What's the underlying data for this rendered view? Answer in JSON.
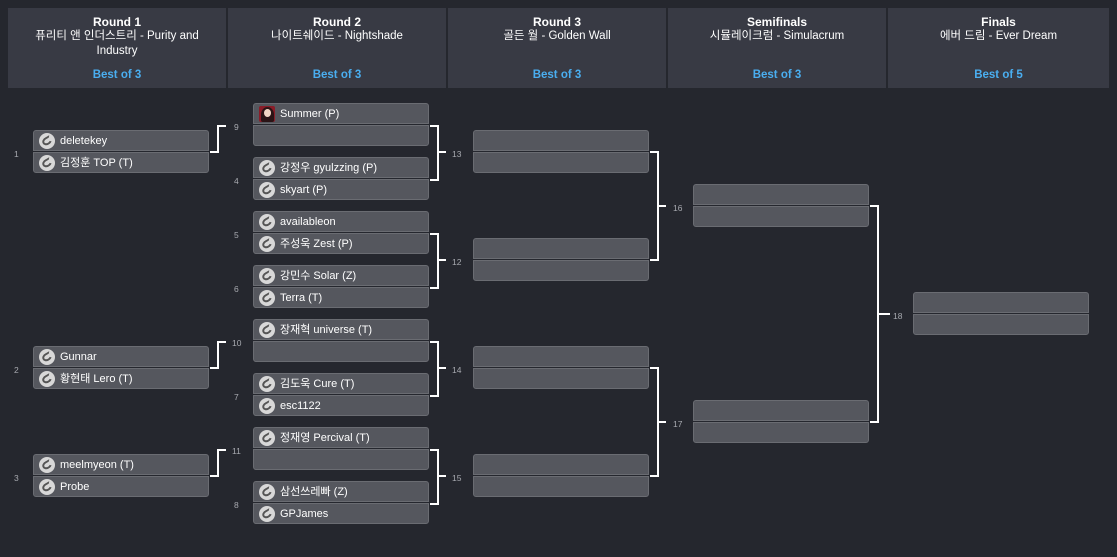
{
  "rounds": [
    {
      "name": "Round 1",
      "title": "퓨리티 앤 인더스트리 - Purity and Industry",
      "best_of": "Best of 3"
    },
    {
      "name": "Round 2",
      "title": "나이트쉐이드 - Nightshade",
      "best_of": "Best of 3"
    },
    {
      "name": "Round 3",
      "title": "골든 월 - Golden Wall",
      "best_of": "Best of 3"
    },
    {
      "name": "Semifinals",
      "title": "시뮬레이크럼 - Simulacrum",
      "best_of": "Best of 3"
    },
    {
      "name": "Finals",
      "title": "에버 드림 - Ever Dream",
      "best_of": "Best of 5"
    }
  ],
  "matches": {
    "r1": [
      {
        "num": "1",
        "p1": "deletekey",
        "p2": "김정훈 TOP (T)"
      },
      {
        "num": "2",
        "p1": "Gunnar",
        "p2": "황현태 Lero (T)"
      },
      {
        "num": "3",
        "p1": "meelmyeon (T)",
        "p2": "Probe"
      }
    ],
    "r2": [
      {
        "num": "9",
        "p1": "Summer (P)",
        "p2": ""
      },
      {
        "num": "4",
        "p1": "강정우 gyulzzing (P)",
        "p2": "skyart (P)"
      },
      {
        "num": "5",
        "p1": "availableon",
        "p2": "주성욱 Zest (P)"
      },
      {
        "num": "6",
        "p1": "강민수 Solar (Z)",
        "p2": "Terra (T)"
      },
      {
        "num": "10",
        "p1": "장재혁 universe (T)",
        "p2": ""
      },
      {
        "num": "7",
        "p1": "김도욱 Cure (T)",
        "p2": "esc1122"
      },
      {
        "num": "11",
        "p1": "정재영 Percival (T)",
        "p2": ""
      },
      {
        "num": "8",
        "p1": "삼선쓰레빠 (Z)",
        "p2": "GPJames"
      }
    ],
    "r3": [
      {
        "num": "13",
        "p1": "",
        "p2": ""
      },
      {
        "num": "12",
        "p1": "",
        "p2": ""
      },
      {
        "num": "14",
        "p1": "",
        "p2": ""
      },
      {
        "num": "15",
        "p1": "",
        "p2": ""
      }
    ],
    "semis": [
      {
        "num": "16",
        "p1": "",
        "p2": ""
      },
      {
        "num": "17",
        "p1": "",
        "p2": ""
      }
    ],
    "finals": [
      {
        "num": "18",
        "p1": "",
        "p2": ""
      }
    ]
  },
  "icons": {
    "race": "race-faction-icon",
    "avatar": "player-avatar-photo"
  },
  "colors": {
    "background": "#25272e",
    "header": "#383a44",
    "best_of": "#4aaef0",
    "slot": "#55575e",
    "connector": "#ffffff"
  }
}
